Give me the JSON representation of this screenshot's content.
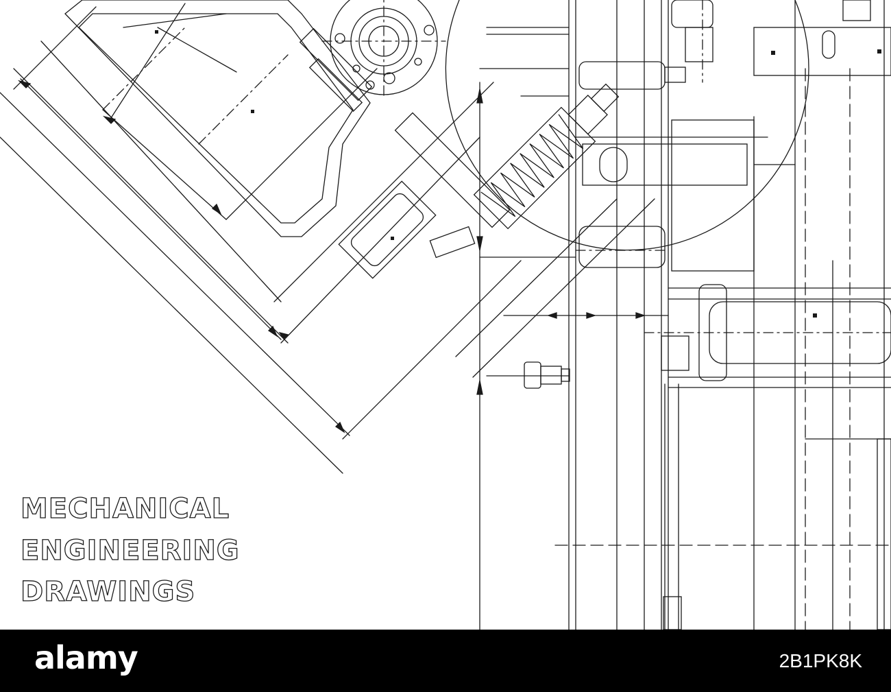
{
  "title_lines": [
    "MECHANICAL",
    "ENGINEERING",
    "DRAWINGS"
  ],
  "footer": {
    "brand": "alamy",
    "image_id": "2B1PK8K"
  },
  "colors": {
    "line": "#1a1a1a",
    "background": "#ffffff",
    "footer_bg": "#000000",
    "footer_text": "#ffffff"
  }
}
